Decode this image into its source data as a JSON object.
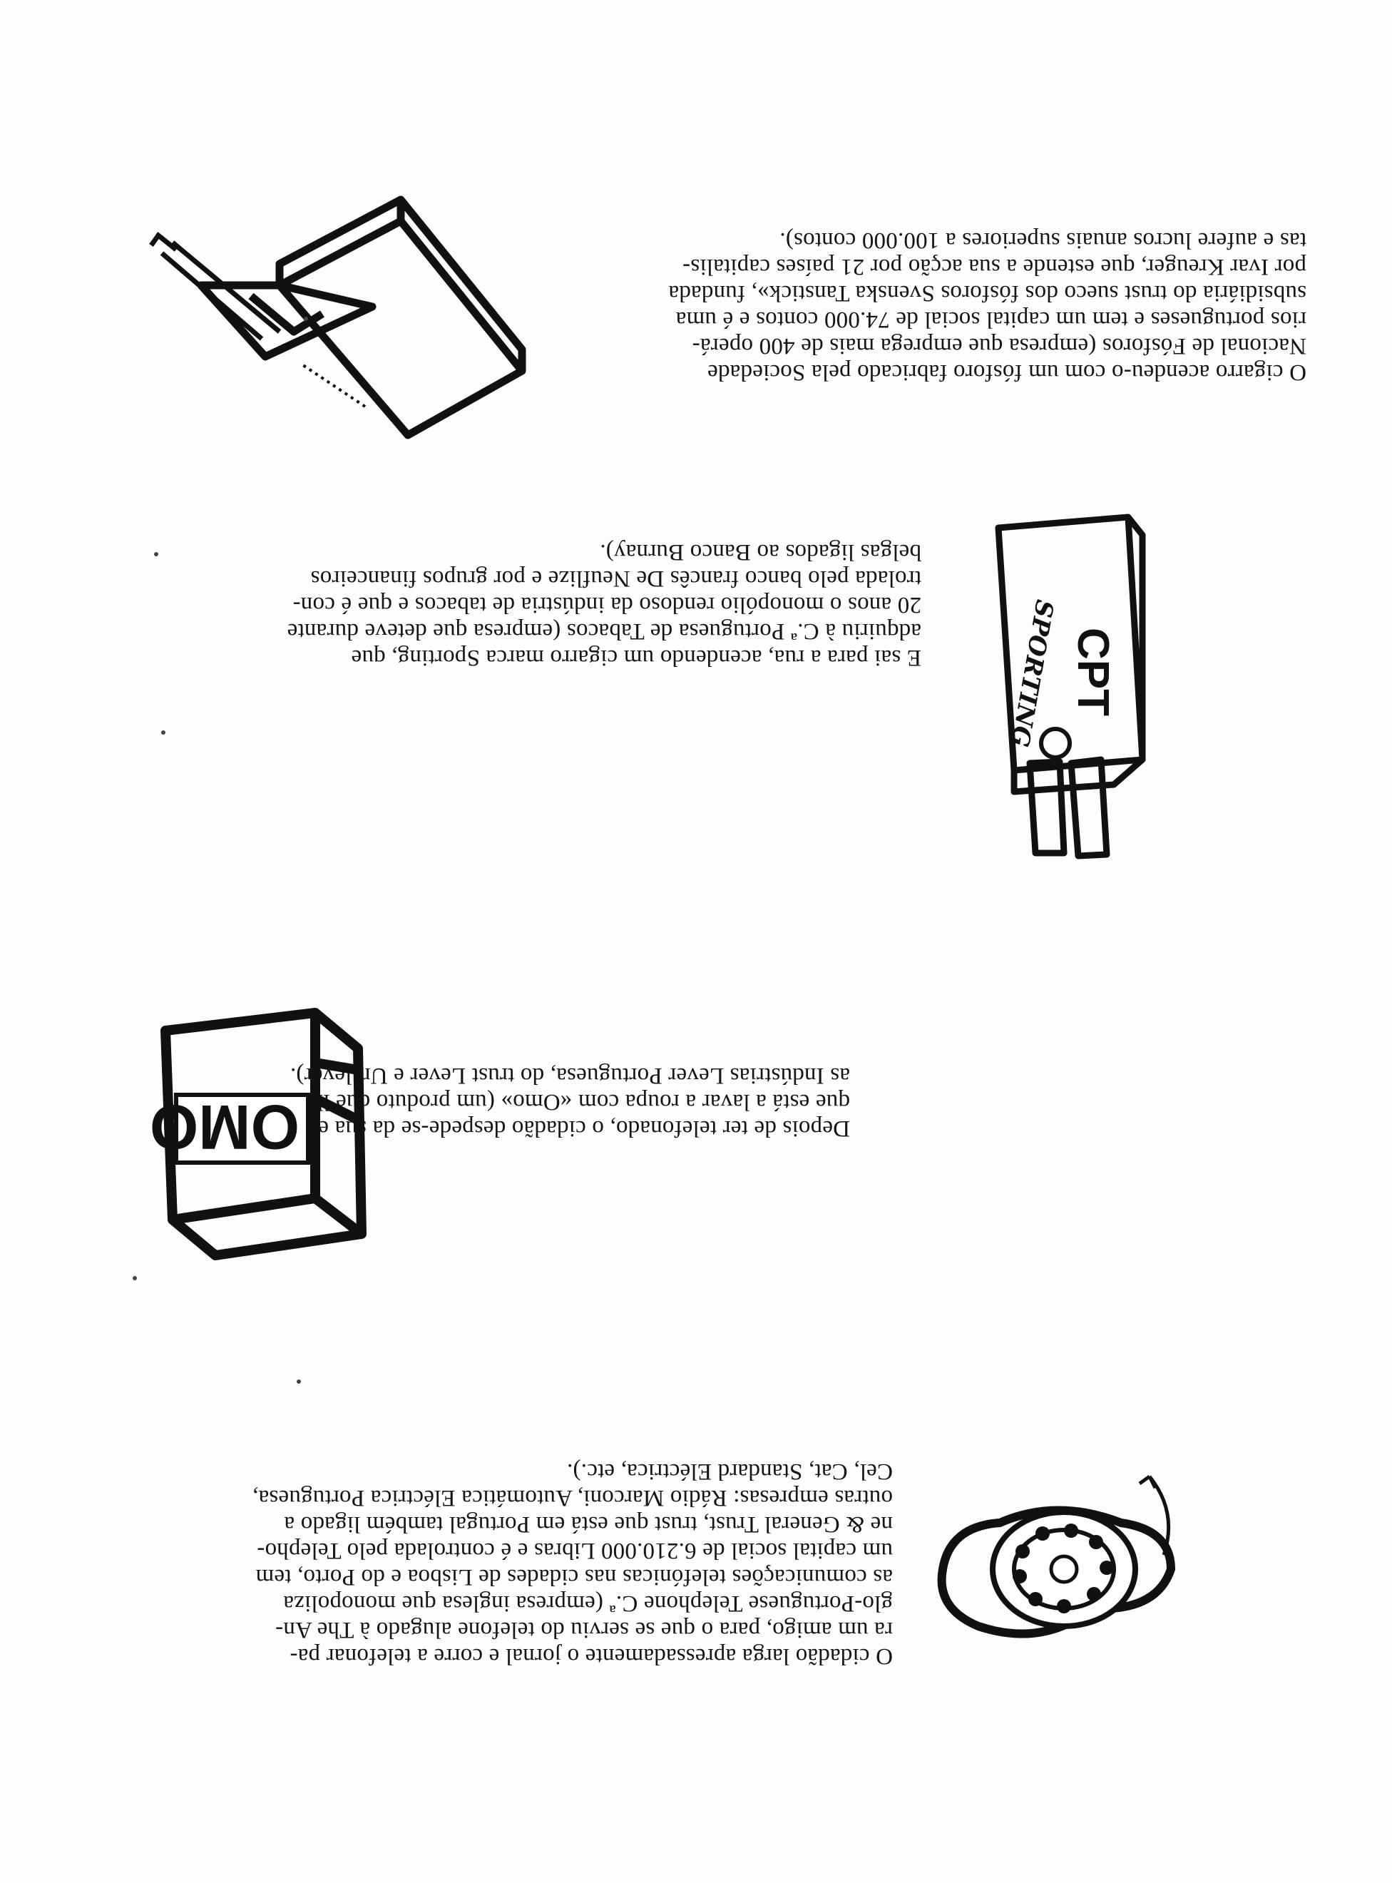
{
  "blocks": {
    "telefone": {
      "lines": [
        "O cidadão larga apressadamente o jornal e corre a telefonar pa-",
        "ra um amigo, para o que se serviu do telefone alugado à The An-",
        "glo-Portuguese Telephone C.ª (empresa inglesa que monopoliza",
        "as comunicações telefónicas nas cidades de Lisboa e do Porto, tem",
        "um capital social de 6.210.000 Libras e é controlada pelo Telepho-",
        "ne & General Trust, trust que está em Portugal também ligado a",
        "outras empresas: Rádio Marconi, Automática Eléctrica Portuguesa,",
        "Cel, Cat, Standard Eléctrica, etc.)."
      ]
    },
    "omo": {
      "lines": [
        "Depois de ter telefonado, o cidadão despede-se da sua esposa,",
        "que está a lavar a roupa com «Omo» (um produto que lhe vendeu",
        "as Indústrias Lever Portuguesa, do trust Lever e Unilever)."
      ],
      "box_label": "OMO"
    },
    "cigarro": {
      "lines": [
        "E sai para a rua, acendendo um cigarro marca Sporting, que",
        "adquiriu à C.ª Portuguesa de Tabacos (empresa que deteve durante",
        "20 anos o monopólio rendoso da indústria de tabacos e que é con-",
        "trolada pelo banco francês De Neuflize e por grupos financeiros",
        "belgas ligados ao Banco Burnay)."
      ],
      "pack_label": "CPT",
      "pack_brand": "SPORTING"
    },
    "fosforo": {
      "lines": [
        "O cigarro acendeu-o com um fósforo fabricado pela Sociedade",
        "Nacional de Fósforos (empresa que emprega mais de 400 operá-",
        "rios portugueses e tem um capital social de 74.000 contos e é uma",
        "subsidiária do trust sueco dos fósforos Svenska Tanstick», fundada",
        "por Ivar Kreuger, que estende a sua acção por 21 países capitalis-",
        "tas e aufere lucros anuais superiores a 100.000 contos)."
      ]
    }
  }
}
